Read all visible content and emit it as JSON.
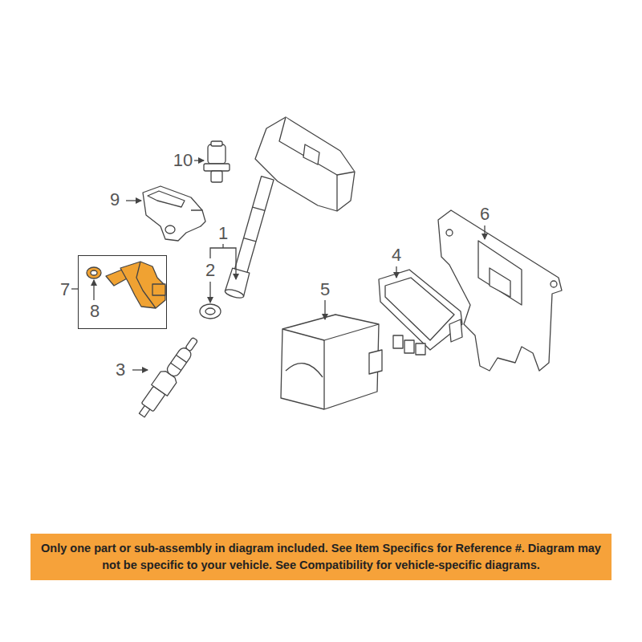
{
  "diagram": {
    "nodes": [
      {
        "text": [
          "7",
          "8"
        ]
      },
      {
        "text": [
          "Only one part or sub-assembly in diagram included. See Item Specifics for Reference #. Diagram may not be specific to your vehicle. See Compatibility for vehicle-specific diagrams."
        ]
      }
    ],
    "labels": [
      "10",
      "9",
      "1",
      "6",
      "4",
      "2",
      "5",
      "3"
    ]
  }
}
